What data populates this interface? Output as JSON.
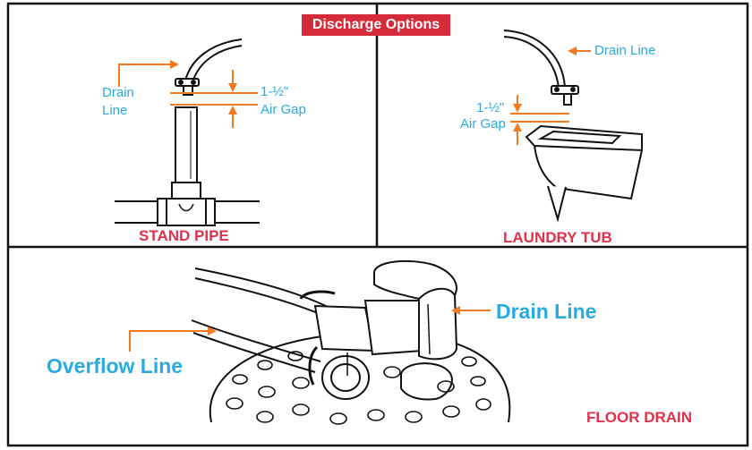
{
  "title": "Discharge Options",
  "panels": {
    "stand_pipe": {
      "label": "STAND PIPE",
      "drain_line_label": [
        "Drain",
        "Line"
      ],
      "gap_value": "1-½\"",
      "gap_label": "Air Gap"
    },
    "laundry_tub": {
      "label": "LAUNDRY TUB",
      "drain_line_label": "Drain Line",
      "gap_value": "1-½\"",
      "gap_label": "Air Gap"
    },
    "floor_drain": {
      "label": "FLOOR DRAIN",
      "drain_line_label": "Drain Line",
      "overflow_label": "Overflow Line"
    }
  },
  "colors": {
    "label_blue": "#29abe2",
    "accent_orange": "#f47a20",
    "title_red": "#d42a3a",
    "caption_red": "#e0324b",
    "line_black": "#111111"
  }
}
